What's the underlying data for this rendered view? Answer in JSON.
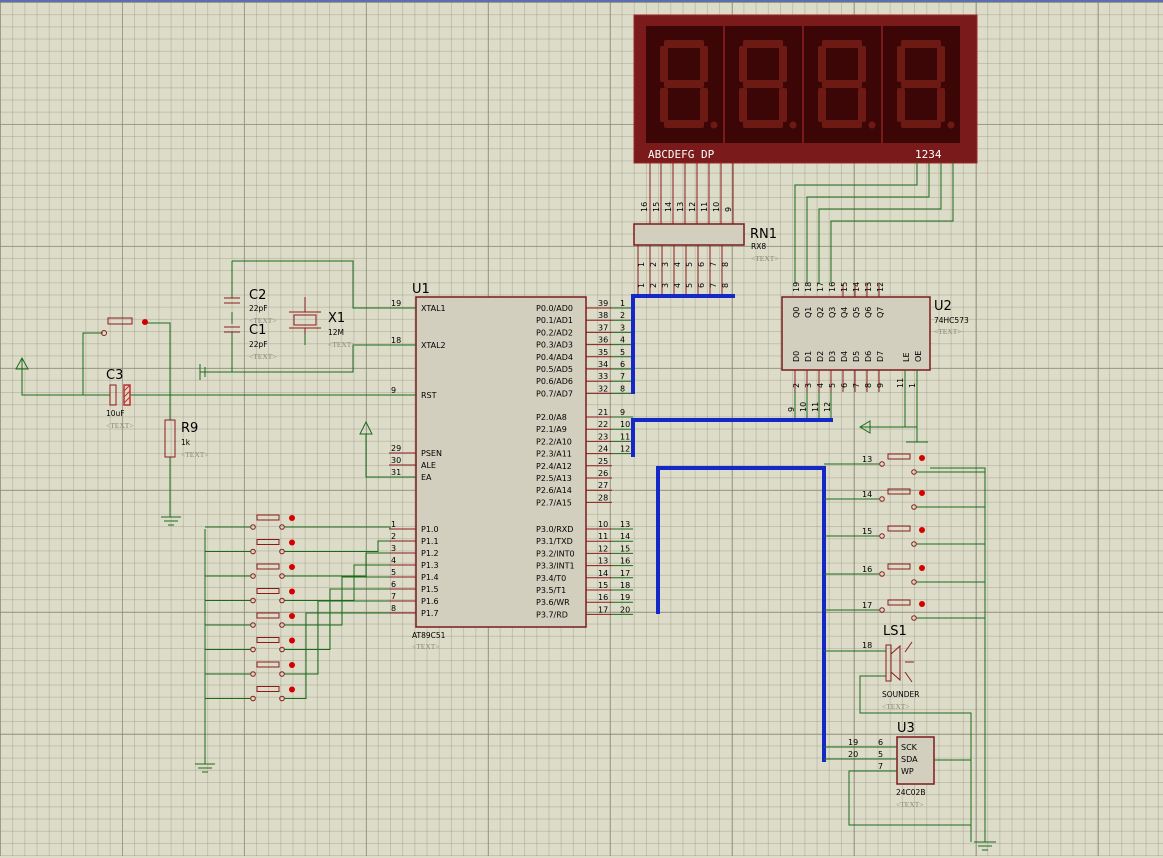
{
  "display": {
    "segments_label": "ABCDEFG DP",
    "digits_label": "1234",
    "digit_count": 4
  },
  "rn1": {
    "ref": "RN1",
    "value": "RX8",
    "text": "<TEXT>",
    "top_pins": [
      "16",
      "15",
      "14",
      "13",
      "12",
      "11",
      "10",
      "9"
    ],
    "bottom_pins": [
      "1",
      "2",
      "3",
      "4",
      "5",
      "6",
      "7",
      "8"
    ]
  },
  "u1": {
    "ref": "U1",
    "part": "AT89C51",
    "text": "<TEXT>",
    "left_pins": [
      {
        "num": "19",
        "name": "XTAL1"
      },
      {
        "num": "18",
        "name": "XTAL2"
      },
      {
        "num": "9",
        "name": "RST"
      },
      {
        "num": "29",
        "name": "PSEN"
      },
      {
        "num": "30",
        "name": "ALE"
      },
      {
        "num": "31",
        "name": "EA"
      },
      {
        "num": "1",
        "name": "P1.0"
      },
      {
        "num": "2",
        "name": "P1.1"
      },
      {
        "num": "3",
        "name": "P1.2"
      },
      {
        "num": "4",
        "name": "P1.3"
      },
      {
        "num": "5",
        "name": "P1.4"
      },
      {
        "num": "6",
        "name": "P1.5"
      },
      {
        "num": "7",
        "name": "P1.6"
      },
      {
        "num": "8",
        "name": "P1.7"
      }
    ],
    "right_pins": [
      {
        "num": "39",
        "name": "P0.0/AD0",
        "net": "1"
      },
      {
        "num": "38",
        "name": "P0.1/AD1",
        "net": "2"
      },
      {
        "num": "37",
        "name": "P0.2/AD2",
        "net": "3"
      },
      {
        "num": "36",
        "name": "P0.3/AD3",
        "net": "4"
      },
      {
        "num": "35",
        "name": "P0.4/AD4",
        "net": "5"
      },
      {
        "num": "34",
        "name": "P0.5/AD5",
        "net": "6"
      },
      {
        "num": "33",
        "name": "P0.6/AD6",
        "net": "7"
      },
      {
        "num": "32",
        "name": "P0.7/AD7",
        "net": "8"
      },
      {
        "num": "21",
        "name": "P2.0/A8",
        "net": "9"
      },
      {
        "num": "22",
        "name": "P2.1/A9",
        "net": "10"
      },
      {
        "num": "23",
        "name": "P2.2/A10",
        "net": "11"
      },
      {
        "num": "24",
        "name": "P2.3/A11",
        "net": "12"
      },
      {
        "num": "25",
        "name": "P2.4/A12",
        "net": ""
      },
      {
        "num": "26",
        "name": "P2.5/A13",
        "net": ""
      },
      {
        "num": "27",
        "name": "P2.6/A14",
        "net": ""
      },
      {
        "num": "28",
        "name": "P2.7/A15",
        "net": ""
      },
      {
        "num": "10",
        "name": "P3.0/RXD",
        "net": "13"
      },
      {
        "num": "11",
        "name": "P3.1/TXD",
        "net": "14"
      },
      {
        "num": "12",
        "name": "P3.2/INT0",
        "net": "15"
      },
      {
        "num": "13",
        "name": "P3.3/INT1",
        "net": "16"
      },
      {
        "num": "14",
        "name": "P3.4/T0",
        "net": "17"
      },
      {
        "num": "15",
        "name": "P3.5/T1",
        "net": "18"
      },
      {
        "num": "16",
        "name": "P3.6/WR",
        "net": "19"
      },
      {
        "num": "17",
        "name": "P3.7/RD",
        "net": "20"
      }
    ]
  },
  "u2": {
    "ref": "U2",
    "part": "74HC573",
    "text": "<TEXT>",
    "q_pins": [
      "19",
      "18",
      "17",
      "16",
      "15",
      "14",
      "13",
      "12"
    ],
    "q_names": [
      "Q0",
      "Q1",
      "Q2",
      "Q3",
      "Q4",
      "Q5",
      "Q6",
      "Q7"
    ],
    "d_pins": [
      "2",
      "3",
      "4",
      "5",
      "6",
      "7",
      "8",
      "9"
    ],
    "d_names": [
      "D0",
      "D1",
      "D2",
      "D3",
      "D4",
      "D5",
      "D6",
      "D7"
    ],
    "ctrl_pins": [
      "11",
      "1"
    ],
    "ctrl_names": [
      "LE",
      "OE"
    ],
    "nets": [
      "9",
      "10",
      "11",
      "12"
    ]
  },
  "u3": {
    "ref": "U3",
    "part": "24C02B",
    "text": "<TEXT>",
    "pins": [
      {
        "num": "6",
        "name": "SCK"
      },
      {
        "num": "5",
        "name": "SDA"
      },
      {
        "num": "7",
        "name": "WP"
      }
    ],
    "nets": [
      "19",
      "20"
    ]
  },
  "c1": {
    "ref": "C1",
    "value": "22pF",
    "text": "<TEXT>"
  },
  "c2": {
    "ref": "C2",
    "value": "22pF",
    "text": "<TEXT>"
  },
  "c3": {
    "ref": "C3",
    "value": "10uF",
    "text": "<TEXT>"
  },
  "x1": {
    "ref": "X1",
    "value": "12M",
    "text": "<TEXT>"
  },
  "r9": {
    "ref": "R9",
    "value": "1k",
    "text": "<TEXT>"
  },
  "ls1": {
    "ref": "LS1",
    "part": "SOUNDER",
    "text": "<TEXT>",
    "net": "18"
  },
  "right_buttons": [
    "13",
    "14",
    "15",
    "16",
    "17"
  ]
}
